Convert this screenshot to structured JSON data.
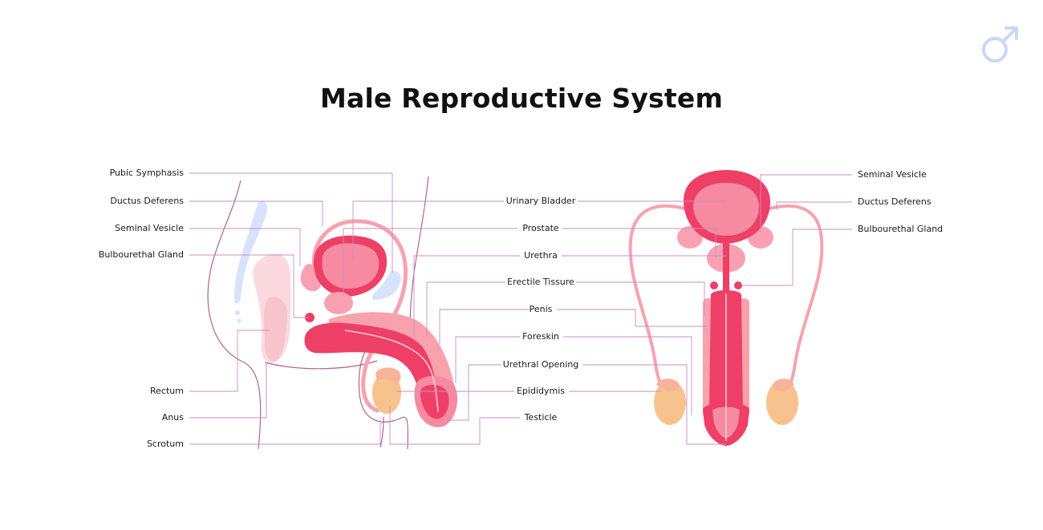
{
  "title": "Male Reproductive System",
  "icon": "male-symbol-icon",
  "colors": {
    "organ": "#ee3f67",
    "organ_light": "#f9a1b2",
    "testicle": "#f8c28e",
    "leader_line": "#c98ec7",
    "outline": "#a04e8e",
    "bone": "#d7e3fb",
    "male_icon": "#c9d7f8"
  },
  "left_labels": {
    "pubic_symphasis": "Pubic Symphasis",
    "ductus_deferens": "Ductus Deferens",
    "seminal_vesicle": "Seminal Vesicle",
    "bulbourethal_gland": "Bulbourethal Gland",
    "rectum": "Rectum",
    "anus": "Anus",
    "scrotum": "Scrotum"
  },
  "center_labels": {
    "urinary_bladder": "Urinary Bladder",
    "prostate": "Prostate",
    "urethra": "Urethra",
    "erectile_tissure": "Erectile Tissure",
    "penis": "Penis",
    "foreskin": "Foreskin",
    "urethral_opening": "Urethral Opening",
    "epididymis": "Epididymis",
    "testicle": "Testicle"
  },
  "right_labels": {
    "seminal_vesicle": "Seminal Vesicle",
    "ductus_deferens": "Ductus Deferens",
    "bulbourethal_gland": "Bulbourethal Gland"
  }
}
